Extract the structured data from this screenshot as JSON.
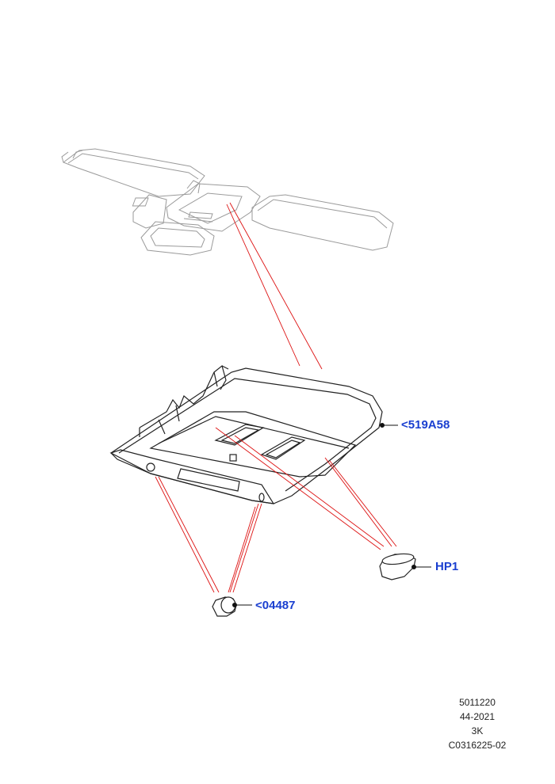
{
  "callouts": {
    "headliner_console": "<519A58",
    "lamp_lens": "HP1",
    "screw_cap": "<04487"
  },
  "meta": {
    "line1": "5011220",
    "line2": "44-2021",
    "line3": "3K",
    "line4": "C0316225-02"
  },
  "colors": {
    "callout_text": "#1a3fd0",
    "leader_lines": "#dd1111",
    "part_outline": "#222222",
    "context_outline": "#9a9a9a"
  }
}
